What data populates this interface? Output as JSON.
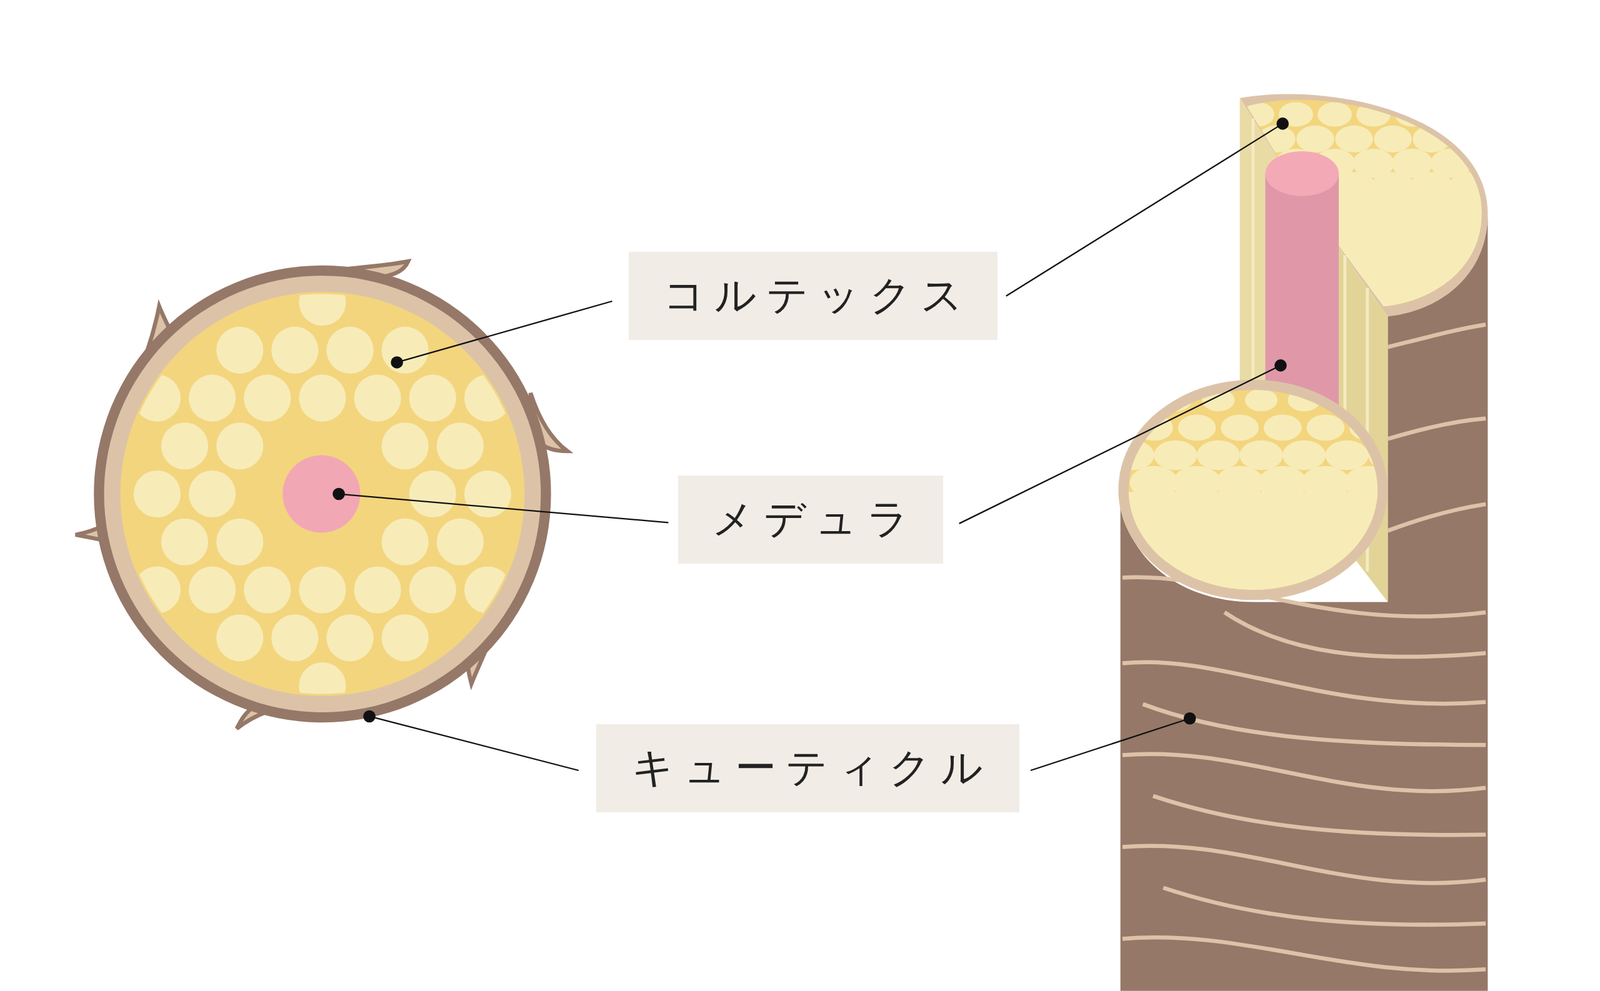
{
  "diagram": {
    "nodes": [
      {
        "text": [
          "コルテックス"
        ]
      },
      {
        "text": [
          "メデュラ"
        ]
      },
      {
        "text": [
          "キューティクル"
        ]
      }
    ]
  }
}
